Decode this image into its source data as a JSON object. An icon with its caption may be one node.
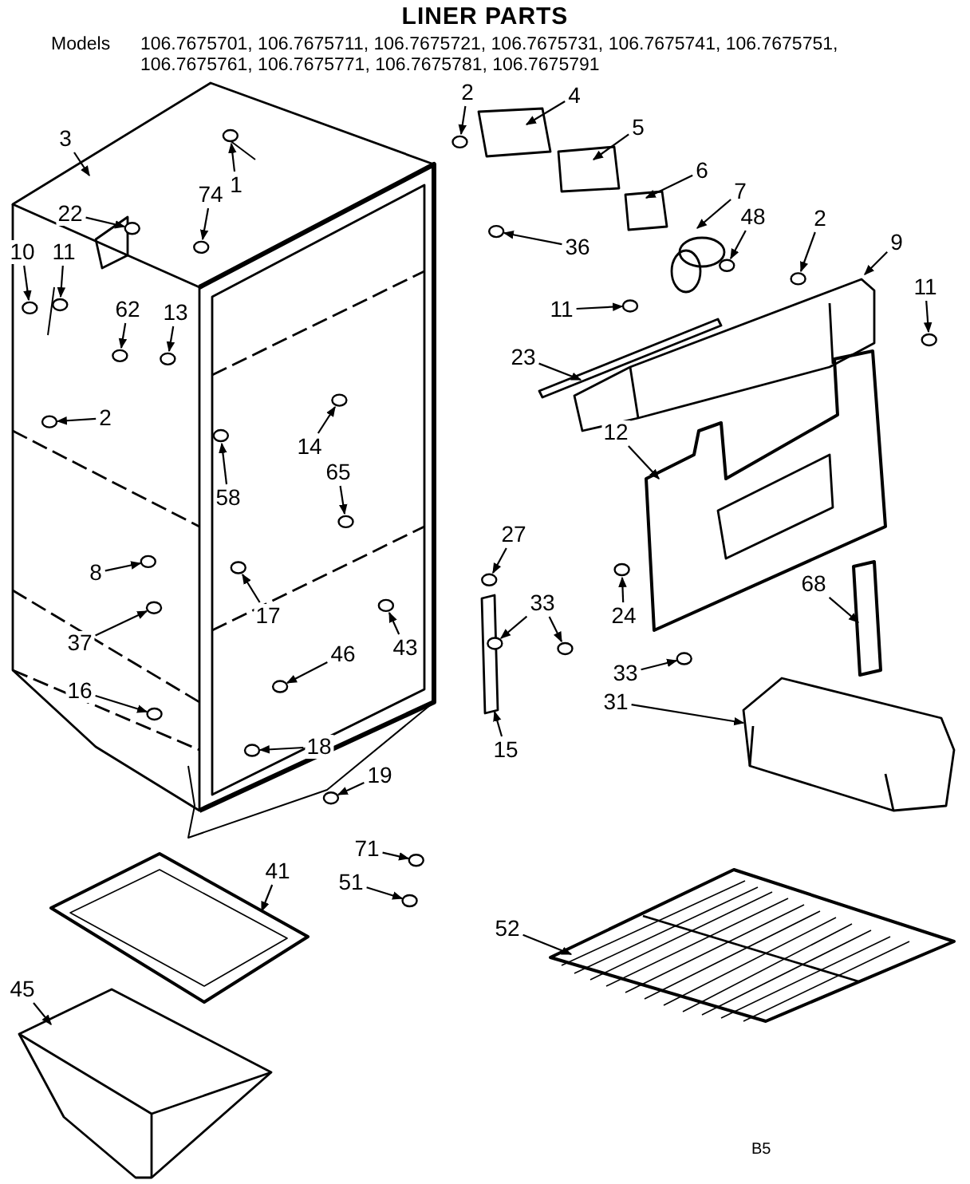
{
  "diagram": {
    "title": "LINER PARTS",
    "nodes": [
      {
        "text": [
          "2"
        ]
      },
      {
        "text": [
          "4"
        ]
      },
      {
        "text": [
          "5"
        ]
      },
      {
        "text": [
          "6"
        ]
      },
      {
        "text": [
          "7"
        ]
      },
      {
        "text": [
          "48"
        ]
      },
      {
        "text": [
          "2"
        ]
      },
      {
        "text": [
          "9"
        ]
      },
      {
        "text": [
          "11"
        ]
      },
      {
        "text": [
          "36"
        ]
      },
      {
        "text": [
          "11"
        ]
      },
      {
        "text": [
          "23"
        ]
      },
      {
        "text": [
          "12"
        ]
      },
      {
        "text": [
          "27"
        ]
      },
      {
        "text": [
          "33"
        ]
      },
      {
        "text": [
          "24"
        ]
      },
      {
        "text": [
          "68"
        ]
      },
      {
        "text": [
          "33"
        ]
      },
      {
        "text": [
          "31"
        ]
      },
      {
        "text": [
          "15"
        ]
      },
      {
        "text": [
          "52"
        ]
      },
      {
        "text": [
          "45"
        ]
      },
      {
        "text": [
          "41"
        ]
      },
      {
        "text": [
          "71"
        ]
      },
      {
        "text": [
          "51"
        ]
      },
      {
        "text": [
          "19"
        ]
      },
      {
        "text": [
          "18"
        ]
      },
      {
        "text": [
          "46"
        ]
      },
      {
        "text": [
          "43"
        ]
      },
      {
        "text": [
          "17"
        ]
      },
      {
        "text": [
          "37"
        ]
      },
      {
        "text": [
          "16"
        ]
      },
      {
        "text": [
          "8"
        ]
      },
      {
        "text": [
          "58"
        ]
      },
      {
        "text": [
          "65"
        ]
      },
      {
        "text": [
          "14"
        ]
      },
      {
        "text": [
          "2"
        ]
      },
      {
        "text": [
          "62"
        ]
      },
      {
        "text": [
          "13"
        ]
      },
      {
        "text": [
          "10"
        ]
      },
      {
        "text": [
          "11"
        ]
      },
      {
        "text": [
          "22"
        ]
      },
      {
        "text": [
          "74"
        ]
      },
      {
        "text": [
          "1"
        ]
      },
      {
        "text": [
          "3"
        ]
      }
    ],
    "edges": [
      {
        "from": 0,
        "to": null,
        "arrow": "to"
      },
      {
        "from": 1,
        "to": null,
        "arrow": "to"
      },
      {
        "from": 2,
        "to": null,
        "arrow": "to"
      },
      {
        "from": 3,
        "to": null,
        "arrow": "to"
      },
      {
        "from": 4,
        "to": null,
        "arrow": "to"
      },
      {
        "from": 5,
        "to": null,
        "arrow": "to"
      },
      {
        "from": 6,
        "to": null,
        "arrow": "to"
      },
      {
        "from": 7,
        "to": null,
        "arrow": "to"
      },
      {
        "from": 8,
        "to": null,
        "arrow": "to"
      },
      {
        "from": 9,
        "to": null,
        "arrow": "to"
      },
      {
        "from": 10,
        "to": null,
        "arrow": "to"
      },
      {
        "from": 11,
        "to": null,
        "arrow": "to"
      },
      {
        "from": 12,
        "to": null,
        "arrow": "to"
      },
      {
        "from": 13,
        "to": null,
        "arrow": "to"
      },
      {
        "from": 14,
        "to": null,
        "arrow": "to"
      },
      {
        "from": 14,
        "to": null,
        "arrow": "to"
      },
      {
        "from": 15,
        "to": null,
        "arrow": "to"
      },
      {
        "from": 16,
        "to": null,
        "arrow": "to"
      },
      {
        "from": 17,
        "to": null,
        "arrow": "to"
      },
      {
        "from": 18,
        "to": null,
        "arrow": "to"
      },
      {
        "from": 19,
        "to": null,
        "arrow": "to"
      },
      {
        "from": 20,
        "to": null,
        "arrow": "to"
      },
      {
        "from": 21,
        "to": null,
        "arrow": "to"
      },
      {
        "from": 22,
        "to": null,
        "arrow": "to"
      },
      {
        "from": 23,
        "to": null,
        "arrow": "to"
      },
      {
        "from": 24,
        "to": null,
        "arrow": "to"
      },
      {
        "from": 25,
        "to": null,
        "arrow": "to"
      },
      {
        "from": 26,
        "to": null,
        "arrow": "to"
      },
      {
        "from": 27,
        "to": null,
        "arrow": "to"
      },
      {
        "from": 28,
        "to": null,
        "arrow": "to"
      },
      {
        "from": 29,
        "to": null,
        "arrow": "to"
      },
      {
        "from": 30,
        "to": null,
        "arrow": "to"
      },
      {
        "from": 31,
        "to": null,
        "arrow": "to"
      },
      {
        "from": 32,
        "to": null,
        "arrow": "to"
      },
      {
        "from": 33,
        "to": null,
        "arrow": "to"
      },
      {
        "from": 34,
        "to": null,
        "arrow": "to"
      },
      {
        "from": 35,
        "to": null,
        "arrow": "to"
      },
      {
        "from": 36,
        "to": null,
        "arrow": "to"
      },
      {
        "from": 37,
        "to": null,
        "arrow": "to"
      },
      {
        "from": 38,
        "to": null,
        "arrow": "to"
      },
      {
        "from": 39,
        "to": null,
        "arrow": "to"
      },
      {
        "from": 40,
        "to": null,
        "arrow": "to"
      },
      {
        "from": 41,
        "to": null,
        "arrow": "to"
      },
      {
        "from": 42,
        "to": null,
        "arrow": "to"
      },
      {
        "from": 43,
        "to": null,
        "arrow": "to"
      },
      {
        "from": 44,
        "to": null,
        "arrow": "to"
      }
    ],
    "labels": [
      "Models",
      "106.7675701, 106.7675711, 106.7675721, 106.7675731, 106.7675741, 106.7675751, 106.7675761, 106.7675771, 106.7675781, 106.7675791",
      "B5"
    ]
  }
}
